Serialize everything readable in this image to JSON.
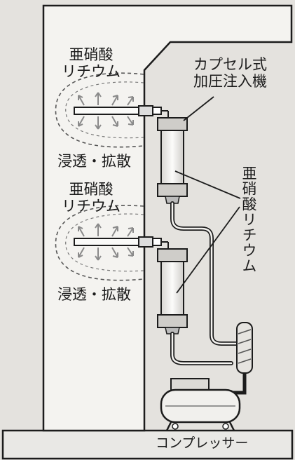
{
  "labels": {
    "nitrite_top": "亜硝酸\nリチウム",
    "capsule_injector": "カプセル式\n加圧注入機",
    "diffusion_top": "浸透・拡散",
    "nitrite_mid": "亜硝酸\nリチウム",
    "nitrite_right": "亜硝酸リチウム",
    "diffusion_bottom": "浸透・拡散",
    "compressor": "コンプレッサー"
  },
  "colors": {
    "background": "#e4e2de",
    "line": "#1c1c1c",
    "wall": "#f4f3f0"
  }
}
